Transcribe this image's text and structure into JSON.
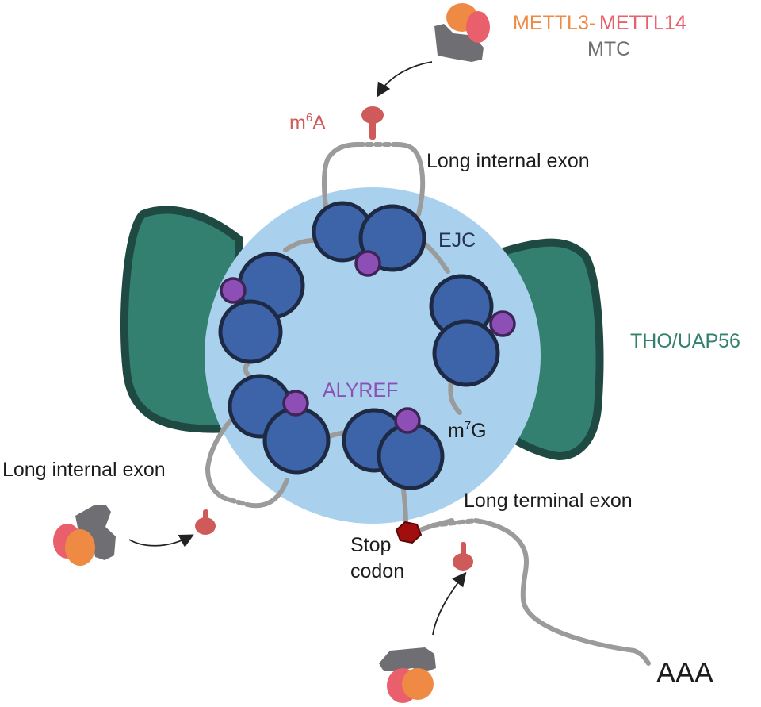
{
  "labels": {
    "mettl3": "METTL3-",
    "mettl14": "METTL14",
    "mtc": "MTC",
    "m6a_base": "m",
    "m6a_sup": "6",
    "m6a_tail": "A",
    "long_internal_exon_top": "Long internal exon",
    "ejc": "EJC",
    "tho_uap56": "THO/UAP56",
    "alyref": "ALYREF",
    "m7g_base": "m",
    "m7g_sup": "7",
    "m7g_tail": "G",
    "long_internal_exon_left": "Long internal exon",
    "long_terminal_exon": "Long terminal exon",
    "stop_line1": "Stop",
    "stop_line2": "codon",
    "poly_a": "AAA"
  },
  "colors": {
    "mettl3": "#ef8a45",
    "mettl14": "#e95f6b",
    "mtc": "#6f6e73",
    "m6a": "#cf5a5a",
    "ejc": "#3d63a8",
    "alyref": "#8d4fb6",
    "tho": "#348070",
    "nucleus": "#a9d1ed",
    "stop_codon": "#a10e0e"
  }
}
